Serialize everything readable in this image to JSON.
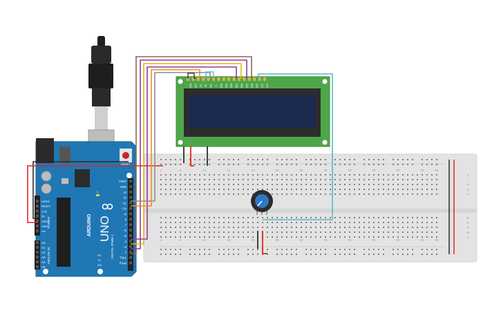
{
  "arduino": {
    "brand": "ARDUINO",
    "model": "UNO",
    "reset_label": "RESET",
    "labels_power": [
      "IOREF",
      "RESET",
      "3.3V",
      "5V",
      "GND",
      "GND",
      "Vin"
    ],
    "labels_analog": [
      "A0",
      "A1",
      "A2",
      "A3",
      "A4",
      "A5"
    ],
    "power_header": "POWER",
    "analog_header": "ANALOG IN",
    "labels_digital": [
      "AREF",
      "GND",
      "13",
      "12",
      "~11",
      "~10",
      "~9",
      "8",
      "7",
      "~6",
      "~5",
      "4",
      "~3",
      "2",
      "TX▸1",
      "RX◂0"
    ],
    "digital_header": "DIGITAL (PWM~)",
    "on_label": "ON",
    "tx_label": "TX",
    "rx_label": "RX",
    "l_label": "L"
  },
  "lcd": {
    "pin_labels": [
      "GND",
      "VCC",
      "V0",
      "RS",
      "RW",
      "E",
      "DB0",
      "DB1",
      "DB2",
      "DB3",
      "DB4",
      "DB5",
      "DB6",
      "DB7",
      "LED",
      "LED"
    ]
  },
  "breadboard": {
    "column_labels": [
      "1",
      "5",
      "10",
      "15",
      "20",
      "25",
      "30",
      "35",
      "40",
      "45",
      "50",
      "55",
      "60"
    ],
    "row_labels_top": [
      "J",
      "I",
      "H",
      "G",
      "F"
    ],
    "row_labels_bottom": [
      "E",
      "D",
      "C",
      "B",
      "A"
    ]
  },
  "colors": {
    "board_blue": "#1f77b4",
    "board_dark": "#1b5f94",
    "lcd_green": "#4ea64a",
    "lcd_screen": "#1b2a4e",
    "breadboard": "#e3e3e3",
    "wire_red": "#e0261b",
    "wire_black": "#2b2b2b",
    "wire_brown": "#8a6a4a",
    "wire_purple": "#8e3a9e",
    "wire_yellow": "#e2b800",
    "wire_orange": "#f28c1a",
    "wire_gray": "#8e8e8e",
    "wire_cyan": "#58b7c4"
  }
}
